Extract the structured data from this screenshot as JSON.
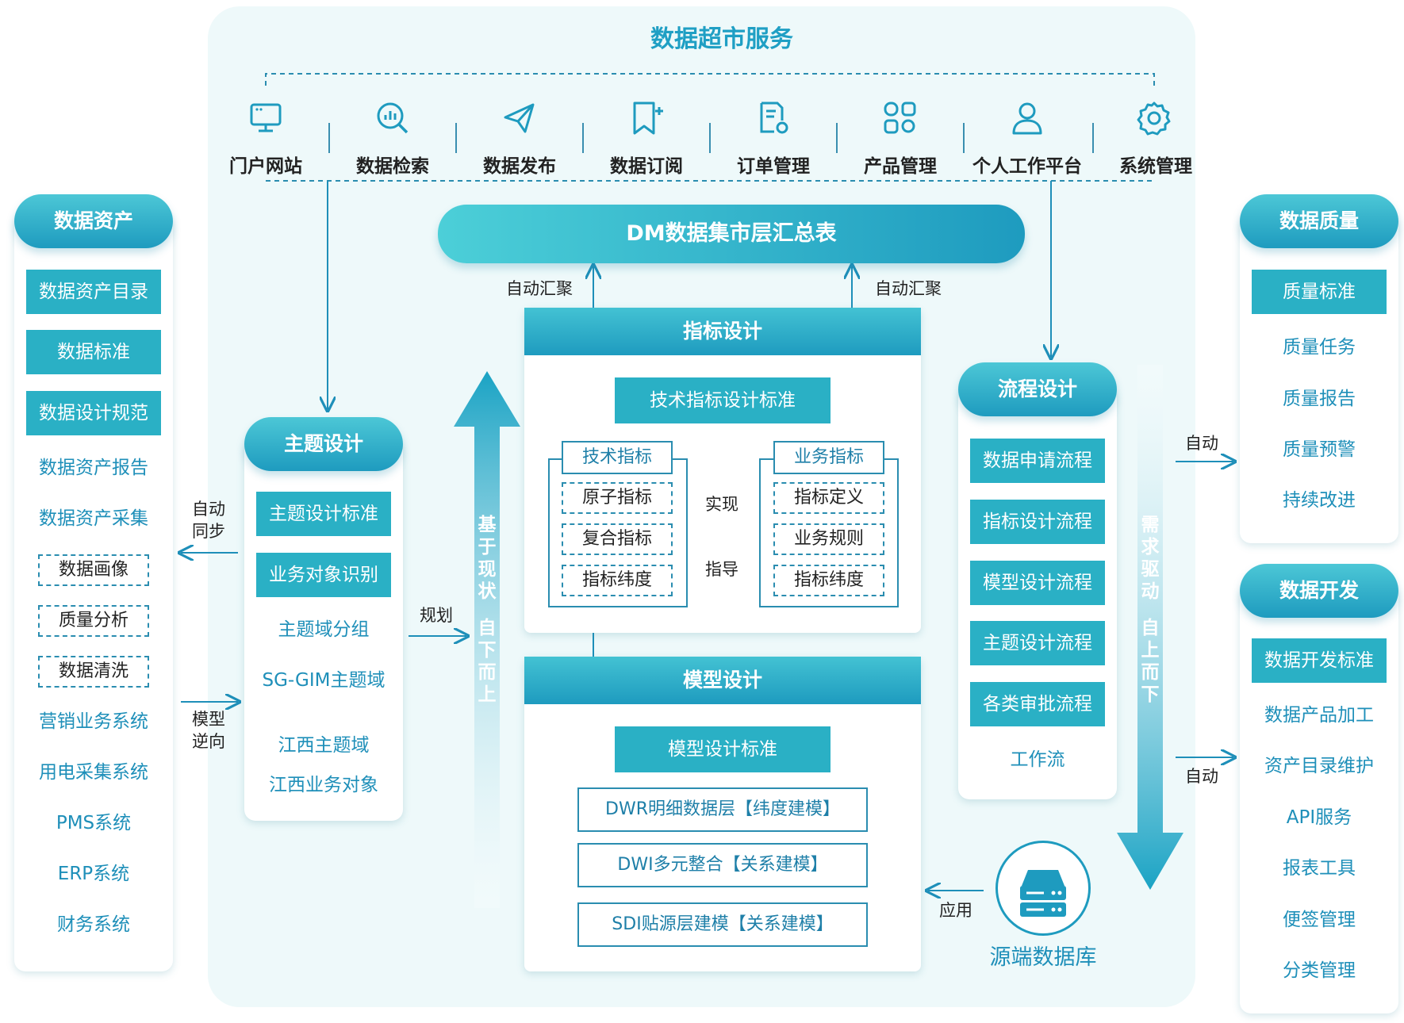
{
  "title": "数据超市服务",
  "nav": [
    {
      "label": "门户网站",
      "icon": "monitor-icon"
    },
    {
      "label": "数据检索",
      "icon": "search-chart-icon"
    },
    {
      "label": "数据发布",
      "icon": "send-icon"
    },
    {
      "label": "数据订阅",
      "icon": "bookmark-add-icon"
    },
    {
      "label": "订单管理",
      "icon": "document-gear-icon"
    },
    {
      "label": "产品管理",
      "icon": "grid-gear-icon"
    },
    {
      "label": "个人工作平台",
      "icon": "user-icon"
    },
    {
      "label": "系统管理",
      "icon": "gear-icon"
    }
  ],
  "asset": {
    "header": "数据资产",
    "solid_items": [
      "数据资产目录",
      "数据标准",
      "数据设计规范"
    ],
    "plain_top": [
      "数据资产报告",
      "数据资产采集"
    ],
    "dashed_items": [
      "数据画像",
      "质量分析",
      "数据清洗"
    ],
    "plain_bottom": [
      "营销业务系统",
      "用电采集系统",
      "PMS系统",
      "ERP系统",
      "财务系统"
    ]
  },
  "topic": {
    "header": "主题设计",
    "solid_items": [
      "主题设计标准",
      "业务对象识别"
    ],
    "flow": [
      "主题域分组",
      "SG-GIM主题域",
      "江西主题域",
      "江西业务对象"
    ]
  },
  "dm": {
    "label": "DM数据集市层汇总表",
    "agg_left": "自动汇聚",
    "agg_right": "自动汇聚"
  },
  "index": {
    "header": "指标设计",
    "standard": "技术指标设计标准",
    "tech": {
      "title": "技术指标",
      "items": [
        "原子指标",
        "复合指标",
        "指标纬度"
      ]
    },
    "biz": {
      "title": "业务指标",
      "items": [
        "指标定义",
        "业务规则",
        "指标纬度"
      ]
    },
    "realize": "实现",
    "guide": "指导"
  },
  "model": {
    "header": "模型设计",
    "standard": "模型设计标准",
    "layers": [
      "DWR明细数据层【纬度建模】",
      "DWI多元整合【关系建模】",
      "SDI贴源层建模【关系建模】"
    ]
  },
  "flowdesign": {
    "header": "流程设计",
    "solid_items": [
      "数据申请流程",
      "指标设计流程",
      "模型设计流程",
      "主题设计流程",
      "各类审批流程"
    ],
    "plain": "工作流"
  },
  "quality": {
    "header": "数据质量",
    "solid_items": [
      "质量标准"
    ],
    "plain_items": [
      "质量任务",
      "质量报告",
      "质量预警",
      "持续改进"
    ]
  },
  "dev": {
    "header": "数据开发",
    "solid_items": [
      "数据开发标准"
    ],
    "plain_items": [
      "数据产品加工",
      "资产目录维护",
      "API服务",
      "报表工具",
      "便签管理",
      "分类管理"
    ]
  },
  "arrows": {
    "auto_sync": [
      "自动",
      "同步"
    ],
    "model_reverse": [
      "模型",
      "逆向"
    ],
    "plan": "规划",
    "apply": "应用",
    "auto_top": "自动",
    "auto_bottom": "自动"
  },
  "up_arrow_text": [
    "基",
    "于",
    "现",
    "状",
    "自",
    "下",
    "而",
    "上"
  ],
  "down_arrow_text": [
    "需",
    "求",
    "驱",
    "动",
    "自",
    "上",
    "而",
    "下"
  ],
  "db_label": "源端数据库"
}
